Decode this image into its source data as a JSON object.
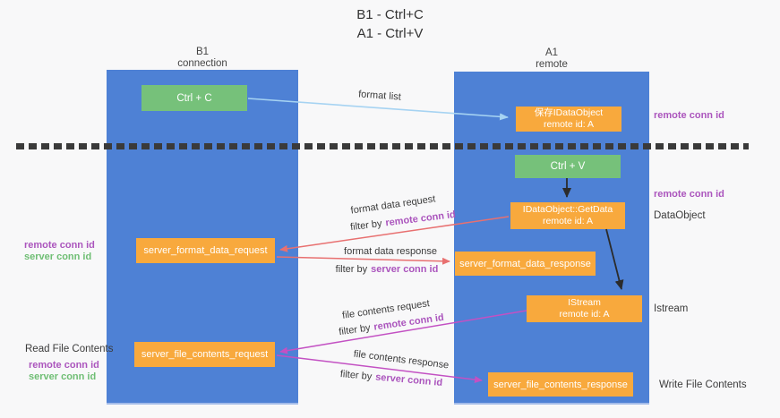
{
  "title": {
    "line1": "B1 - Ctrl+C",
    "line2": "A1 - Ctrl+V"
  },
  "left_column": {
    "header_line1": "B1",
    "header_line2": "connection"
  },
  "right_column": {
    "header_line1": "A1",
    "header_line2": "remote"
  },
  "boxes": {
    "ctrl_c": {
      "label": "Ctrl + C"
    },
    "save_dataobject": {
      "line1": "保存IDataObject",
      "line2": "remote id: A"
    },
    "ctrl_v": {
      "label": "Ctrl + V"
    },
    "getdata": {
      "line1": "IDataObject::GetData",
      "line2": "remote id: A"
    },
    "format_request": {
      "label": "server_format_data_request"
    },
    "format_response": {
      "label": "server_format_data_response"
    },
    "istream": {
      "line1": "IStream",
      "line2": "remote id: A"
    },
    "file_request": {
      "label": "server_file_contents_request"
    },
    "file_response": {
      "label": "server_file_contents_response"
    }
  },
  "arrow_labels": {
    "format_list": "format list",
    "format_data_request": "format data request",
    "format_data_response": "format data response",
    "file_contents_request": "file contents request",
    "file_contents_response": "file contents response",
    "filter_by": "filter by",
    "remote_conn_id": "remote conn id",
    "server_conn_id": "server conn id"
  },
  "side_labels": {
    "remote_conn_id_top": "remote conn id",
    "remote_conn_id_mid": "remote conn id",
    "dataobject": "DataObject",
    "istream": "Istream",
    "write_file_contents": "Write File Contents",
    "read_file_contents": "Read File Contents",
    "left_remote_conn_id_1": "remote conn id",
    "left_server_conn_id_1": "server conn id",
    "left_remote_conn_id_2": "remote conn id",
    "left_server_conn_id_2": "server conn id"
  },
  "colors": {
    "column_blue": "#4e81d5",
    "box_green": "#76c17a",
    "box_orange": "#f8a93d",
    "arrow_light_blue": "#a6d3f2",
    "arrow_salmon": "#e87070",
    "arrow_magenta": "#c351c3",
    "arrow_black": "#2b2b2b",
    "text_purple": "#ab55bd",
    "text_green": "#6fbe74",
    "text_dark": "#3b3b3b"
  }
}
